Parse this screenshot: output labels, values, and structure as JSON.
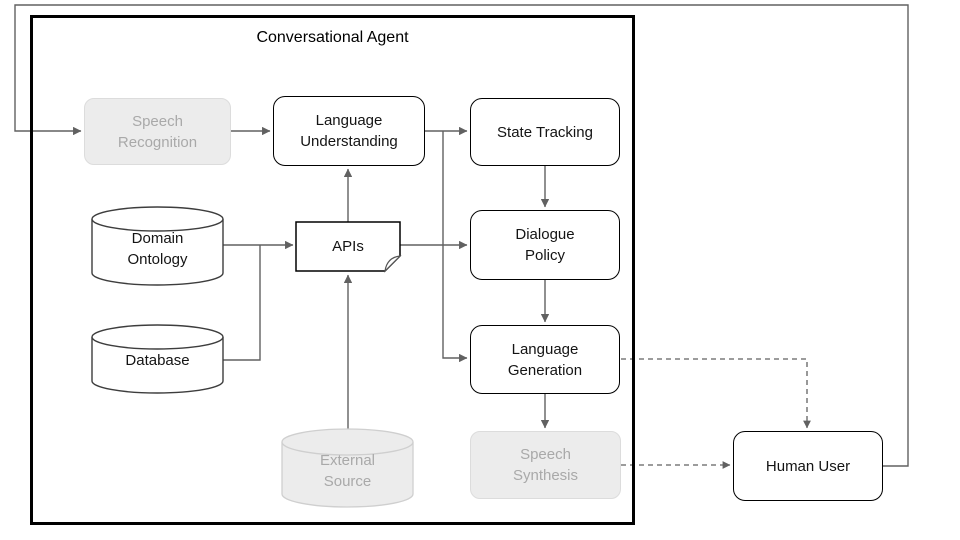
{
  "diagram": {
    "title": "Conversational Agent",
    "nodes": {
      "speech_recognition": {
        "label": "Speech Recognition",
        "shape": "rounded-box",
        "state": "inactive"
      },
      "language_understanding": {
        "label": "Language Understanding",
        "shape": "rounded-box",
        "state": "active"
      },
      "state_tracking": {
        "label": "State Tracking",
        "shape": "rounded-box",
        "state": "active"
      },
      "dialogue_policy": {
        "label": "Dialogue Policy",
        "shape": "rounded-box",
        "state": "active"
      },
      "language_generation": {
        "label": "Language Generation",
        "shape": "rounded-box",
        "state": "active"
      },
      "speech_synthesis": {
        "label": "Speech Synthesis",
        "shape": "rounded-box",
        "state": "inactive"
      },
      "human_user": {
        "label": "Human User",
        "shape": "rounded-box",
        "state": "active"
      },
      "domain_ontology": {
        "label": "Domain Ontology",
        "shape": "cylinder",
        "state": "active"
      },
      "database": {
        "label": "Database",
        "shape": "cylinder",
        "state": "active"
      },
      "external_source": {
        "label": "External Source",
        "shape": "cylinder",
        "state": "inactive"
      },
      "apis": {
        "label": "APIs",
        "shape": "document",
        "state": "active"
      }
    },
    "colors": {
      "box_border": "#000000",
      "connector": "#616161",
      "inactive_fill": "#ececec",
      "inactive_border": "#dcdcdc",
      "inactive_text": "#a9a9a9",
      "background": "#ffffff"
    }
  }
}
